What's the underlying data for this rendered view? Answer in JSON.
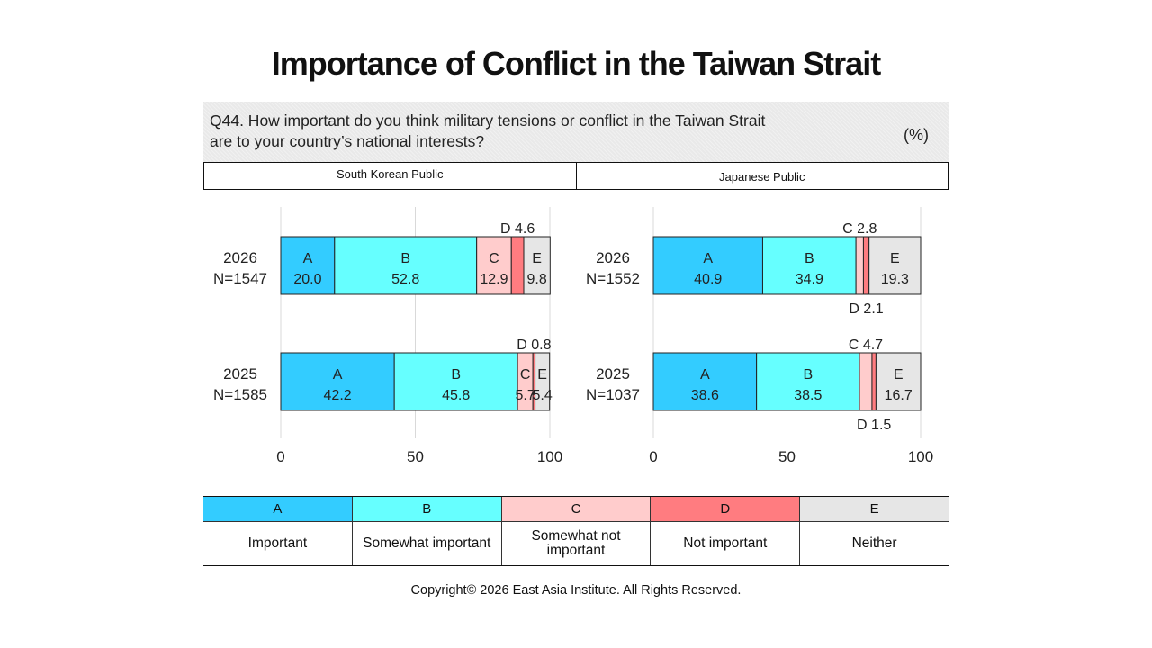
{
  "title": "Importance of Conflict in the Taiwan Strait",
  "question": {
    "line1": "Q44. How important do you think military tensions or conflict in the Taiwan Strait",
    "line2": "are to your country’s national interests?",
    "unit": "(%)"
  },
  "colors": {
    "A": "#33ccff",
    "B": "#66ffff",
    "C": "#ffcccc",
    "D": "#ff7c80",
    "E": "#e6e6e6"
  },
  "legend": [
    {
      "key": "A",
      "label": "Important"
    },
    {
      "key": "B",
      "label": "Somewhat important"
    },
    {
      "key": "C",
      "label": "Somewhat not important"
    },
    {
      "key": "D",
      "label": "Not important"
    },
    {
      "key": "E",
      "label": "Neither"
    }
  ],
  "copyright": "Copyright© 2026 East Asia Institute. All Rights Reserved.",
  "chart_data": [
    {
      "type": "bar",
      "stacked": true,
      "orientation": "horizontal",
      "group": "South Korean Public",
      "categories": [
        {
          "year": "2026",
          "n": "N=1547"
        },
        {
          "year": "2025",
          "n": "N=1585"
        }
      ],
      "series": [
        {
          "name": "A",
          "values": [
            20.0,
            42.2
          ],
          "labels": [
            "20.0",
            "42.2"
          ]
        },
        {
          "name": "B",
          "values": [
            52.8,
            45.8
          ],
          "labels": [
            "52.8",
            "45.8"
          ]
        },
        {
          "name": "C",
          "values": [
            12.9,
            5.7
          ],
          "labels": [
            "12.9",
            "5.7"
          ]
        },
        {
          "name": "D",
          "values": [
            4.6,
            0.8
          ],
          "labels": [
            "4.6",
            "0.8"
          ]
        },
        {
          "name": "E",
          "values": [
            9.8,
            5.4
          ],
          "labels": [
            "9.8",
            "5.4"
          ]
        }
      ],
      "callouts": [
        {
          "row": 0,
          "series": "D",
          "text": "D 4.6",
          "position": "above"
        },
        {
          "row": 1,
          "series": "D",
          "text": "D 0.8",
          "position": "above"
        }
      ],
      "xlim": [
        0,
        100
      ],
      "xticks": [
        "0",
        "50",
        "100"
      ],
      "grid": true
    },
    {
      "type": "bar",
      "stacked": true,
      "orientation": "horizontal",
      "group": "Japanese Public",
      "categories": [
        {
          "year": "2026",
          "n": "N=1552"
        },
        {
          "year": "2025",
          "n": "N=1037"
        }
      ],
      "series": [
        {
          "name": "A",
          "values": [
            40.9,
            38.6
          ],
          "labels": [
            "40.9",
            "38.6"
          ]
        },
        {
          "name": "B",
          "values": [
            34.9,
            38.5
          ],
          "labels": [
            "34.9",
            "38.5"
          ]
        },
        {
          "name": "C",
          "values": [
            2.8,
            4.7
          ],
          "labels": [
            "2.8",
            "4.7"
          ]
        },
        {
          "name": "D",
          "values": [
            2.1,
            1.5
          ],
          "labels": [
            "2.1",
            "1.5"
          ]
        },
        {
          "name": "E",
          "values": [
            19.3,
            16.7
          ],
          "labels": [
            "19.3",
            "16.7"
          ]
        }
      ],
      "callouts": [
        {
          "row": 0,
          "series": "C",
          "text": "C 2.8",
          "position": "above"
        },
        {
          "row": 0,
          "series": "D",
          "text": "D 2.1",
          "position": "below"
        },
        {
          "row": 1,
          "series": "C",
          "text": "C 4.7",
          "position": "above"
        },
        {
          "row": 1,
          "series": "D",
          "text": "D 1.5",
          "position": "below"
        }
      ],
      "xlim": [
        0,
        100
      ],
      "xticks": [
        "0",
        "50",
        "100"
      ],
      "grid": true
    }
  ]
}
